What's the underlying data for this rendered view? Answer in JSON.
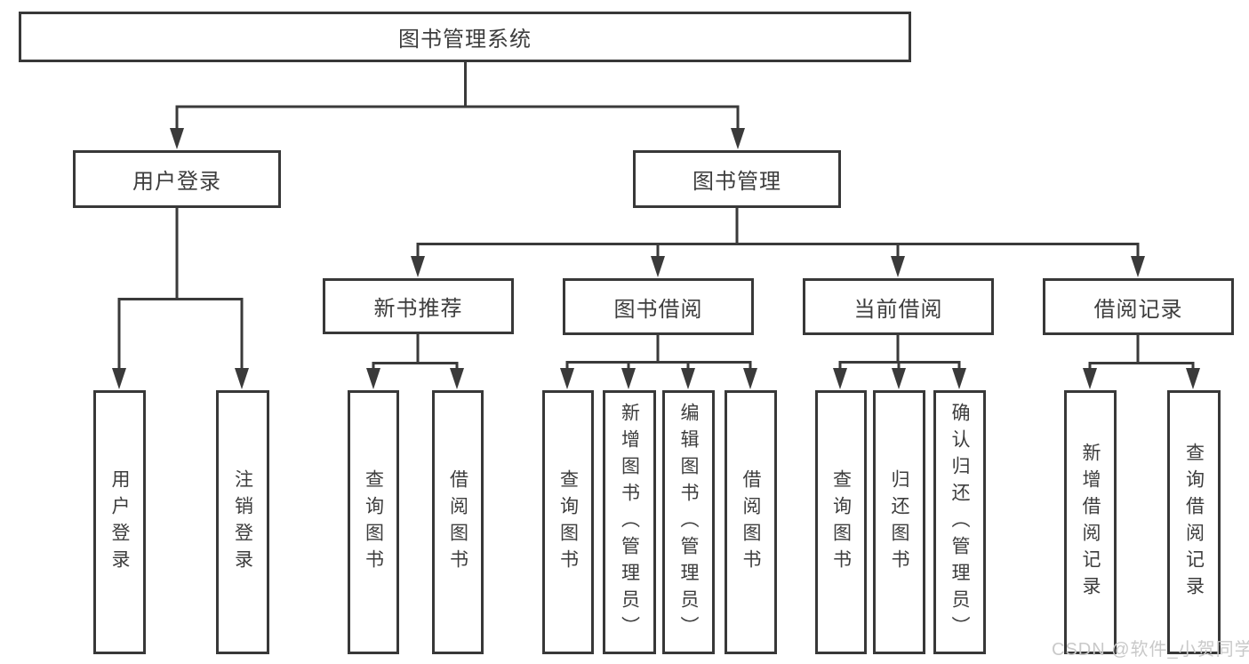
{
  "diagram": {
    "type": "hierarchy-tree",
    "root": {
      "label": "图书管理系统"
    },
    "branches": [
      {
        "label": "用户登录",
        "children": [
          {
            "label": "用户登录"
          },
          {
            "label": "注销登录"
          }
        ]
      },
      {
        "label": "图书管理",
        "children": [
          {
            "label": "新书推荐",
            "children": [
              {
                "label": "查询图书"
              },
              {
                "label": "借阅图书"
              }
            ]
          },
          {
            "label": "图书借阅",
            "children": [
              {
                "label": "查询图书"
              },
              {
                "label": "新增图书（管理员）"
              },
              {
                "label": "编辑图书（管理员）"
              },
              {
                "label": "借阅图书"
              }
            ]
          },
          {
            "label": "当前借阅",
            "children": [
              {
                "label": "查询图书"
              },
              {
                "label": "归还图书"
              },
              {
                "label": "确认归还（管理员）"
              }
            ]
          },
          {
            "label": "借阅记录",
            "children": [
              {
                "label": "新增借阅记录"
              },
              {
                "label": "查询借阅记录"
              }
            ]
          }
        ]
      }
    ]
  },
  "watermark": "CSDN @软件_小贺同学",
  "colors": {
    "line": "#3a3a3a",
    "border": "#383838",
    "text": "#3d3d3d",
    "watermark": "#c9c9c9",
    "background": "#ffffff"
  }
}
